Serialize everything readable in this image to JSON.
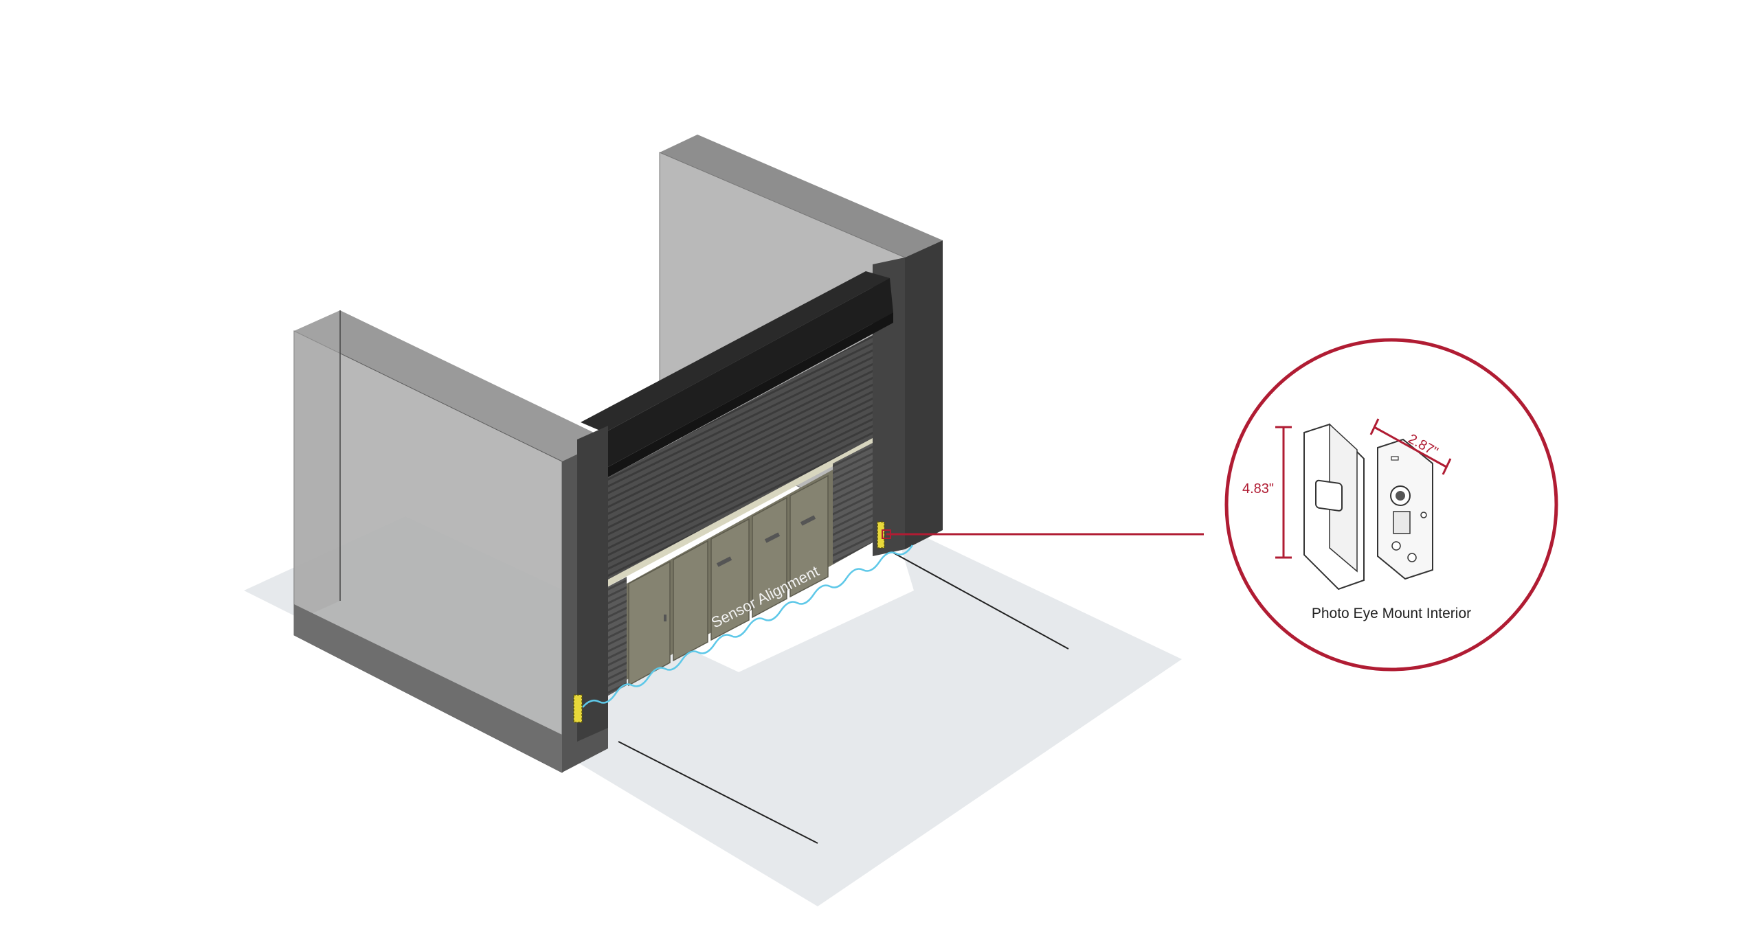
{
  "diagram": {
    "sensor_label": "Sensor Alignment",
    "callout": {
      "caption": "Photo Eye Mount Interior",
      "height_dim": "4.83\"",
      "width_dim": "2.87\""
    },
    "colors": {
      "callout_red": "#b01c33",
      "beam_blue": "#5ec8e8",
      "floor": "#e6e9ec",
      "wall_light": "#b9b9b9",
      "wall_dark": "#3a3a3a",
      "door_panel": "#7d7b6a",
      "housing": "#1e1e1e",
      "sensor_yellow": "#e8d83a"
    }
  }
}
